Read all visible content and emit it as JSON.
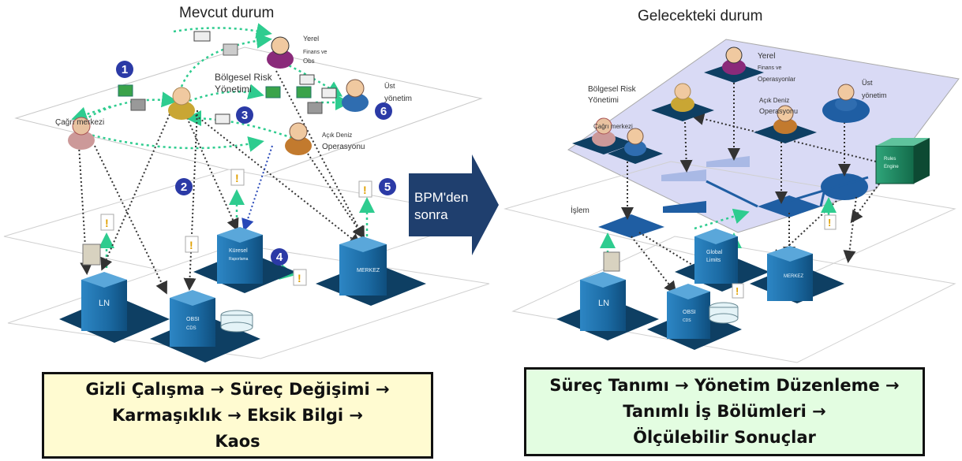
{
  "titles": {
    "current": "Mevcut durum",
    "future": "Gelecekteki durum"
  },
  "arrow": {
    "line1": "BPM'den",
    "line2": "sonra"
  },
  "left": {
    "roles": {
      "regional_risk_1": "Bölgesel Risk",
      "regional_risk_2": "Yönetimi",
      "call_center": "Çağrı merkezi",
      "local_1": "Yerel",
      "local_2": "Finans ve",
      "local_3": "Obs",
      "top_1": "Üst",
      "top_2": "yönetim",
      "offshore_1": "Açık Deniz",
      "offshore_2": "Operasyonu"
    },
    "steps": [
      "1",
      "2",
      "3",
      "4",
      "5",
      "6"
    ],
    "systems": {
      "ln": "LN",
      "obsi_1": "OBSI",
      "obsi_2": "CDS",
      "global_1": "Küresel",
      "global_2": "Raporlama",
      "center": "MERKEZ"
    },
    "caption": {
      "line1": "Gizli Çalışma → Süreç Değişimi →",
      "line2": "Karmaşıklık → Eksik Bilgi →",
      "line3": "Kaos"
    }
  },
  "right": {
    "roles": {
      "regional_risk_1": "Bölgesel Risk",
      "regional_risk_2": "Yönetimi",
      "call_center": "Çağrı merkezi",
      "local_1": "Yerel",
      "local_2": "Finans ve",
      "local_3": "Operasyonlar",
      "top_1": "Üst",
      "top_2": "yönetim",
      "offshore_1": "Açık Deniz",
      "offshore_2": "Operasyonu"
    },
    "process_label": "İşlem",
    "systems": {
      "ln": "LN",
      "obsi_1": "OBSI",
      "obsi_2": "CDS",
      "global_1": "Global",
      "global_2": "Limits",
      "center": "MERKEZ",
      "rules_1": "Rules",
      "rules_2": "Engine"
    },
    "caption": {
      "line1": "Süreç Tanımı → Yönetim Düzenleme →",
      "line2": "Tanımlı İş Bölümleri →",
      "line3": "Ölçülebilir Sonuçlar"
    }
  },
  "colors": {
    "badge": "#2b3aa6",
    "green_link": "#2ecc8f",
    "server": "#1f6fa8",
    "panel": "#d9daf5",
    "arrow": "#1f3f6e",
    "left_caption_bg": "#fffbd1",
    "right_caption_bg": "#e3fde1"
  }
}
